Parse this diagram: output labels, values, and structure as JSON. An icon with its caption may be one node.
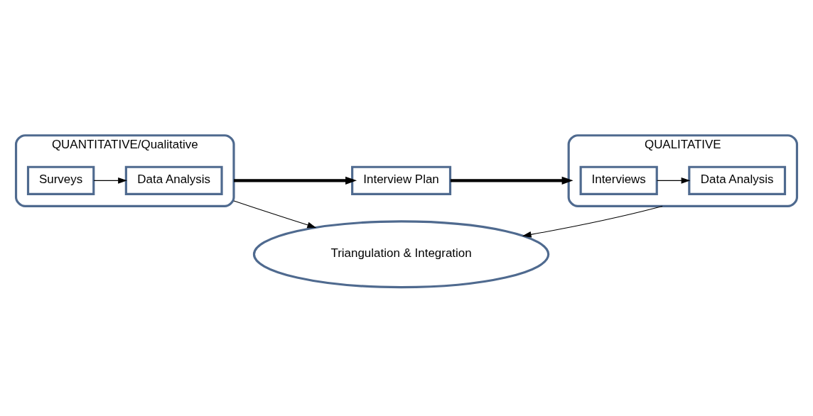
{
  "diagram": {
    "nodes": [
      {
        "text": [
          "QUANTITATIVE/Qualitative"
        ]
      },
      {
        "text": [
          "Surveys"
        ],
        "in": 0
      },
      {
        "text": [
          "Data Analysis"
        ],
        "in": 0
      },
      {
        "text": [
          "Interview Plan"
        ]
      },
      {
        "text": [
          "QUALITATIVE"
        ]
      },
      {
        "text": [
          "Interviews"
        ],
        "in": 4
      },
      {
        "text": [
          "Data Analysis"
        ],
        "in": 4
      },
      {
        "text": [
          "Triangulation & Integration"
        ]
      }
    ],
    "edges": [
      {
        "from": 1,
        "to": 2,
        "arrow": "to"
      },
      {
        "from": 0,
        "to": 3,
        "arrow": "to",
        "style": "thick"
      },
      {
        "from": 3,
        "to": 4,
        "arrow": "to",
        "style": "thick"
      },
      {
        "from": 5,
        "to": 6,
        "arrow": "to"
      },
      {
        "from": 0,
        "to": 7,
        "arrow": "to"
      },
      {
        "from": 4,
        "to": 7,
        "arrow": "to"
      }
    ]
  }
}
